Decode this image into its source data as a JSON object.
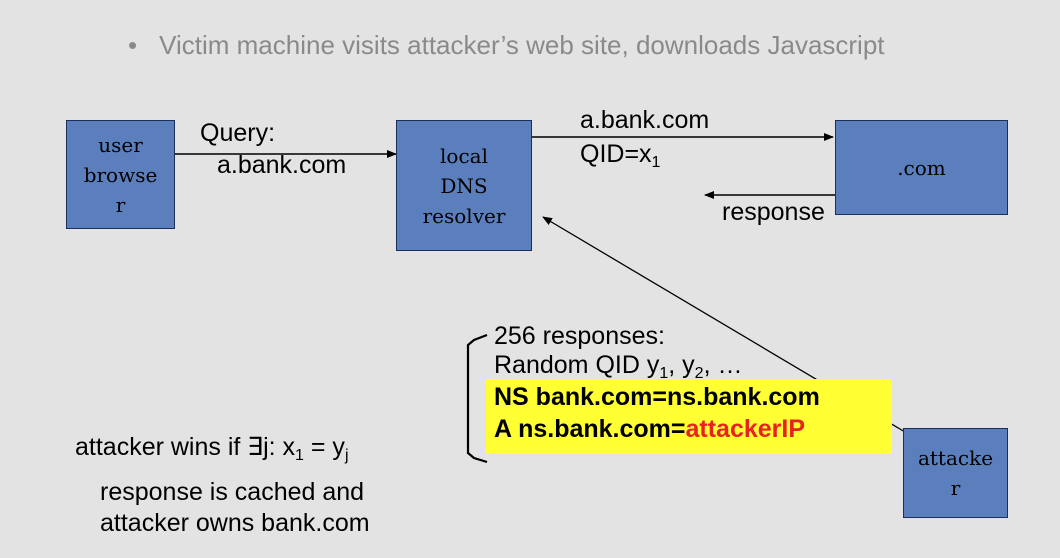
{
  "bullet": {
    "marker": "•",
    "text": "Victim machine visits attacker’s web site,  downloads Javascript"
  },
  "boxes": {
    "user_browser": [
      "user",
      "browse",
      "r"
    ],
    "local_dns": [
      "local",
      "DNS",
      "resolver"
    ],
    "com_server": [
      ".com"
    ],
    "attacker": [
      "attacke",
      "r"
    ]
  },
  "labels": {
    "query": "Query:",
    "query_domain": "a.bank.com",
    "upstream_domain": "a.bank.com",
    "qid_prefix": "QID=x",
    "qid_sub": "1",
    "response": "response",
    "responses_count": "256 responses:",
    "random_qid_prefix": "Random QID  y",
    "random_qid_sub1": "1",
    "random_qid_mid": ", y",
    "random_qid_sub2": "2",
    "random_qid_suffix": ", …"
  },
  "highlight": {
    "line1": "NS  bank.com=ns.bank.com",
    "line2_prefix": "A ns.bank.com=",
    "line2_red": "attackerIP"
  },
  "win_condition": {
    "prefix": "attacker wins if  ∃j:  x",
    "sub1": "1",
    "mid": " = y",
    "sub2": "j",
    "line2": "response is cached and",
    "line3": "attacker owns bank.com"
  },
  "colors": {
    "box_fill": "#5b7fbd",
    "highlight": "#ffff33",
    "attacker_ip": "#e8221e",
    "bullet_text": "#8a8a8a"
  }
}
